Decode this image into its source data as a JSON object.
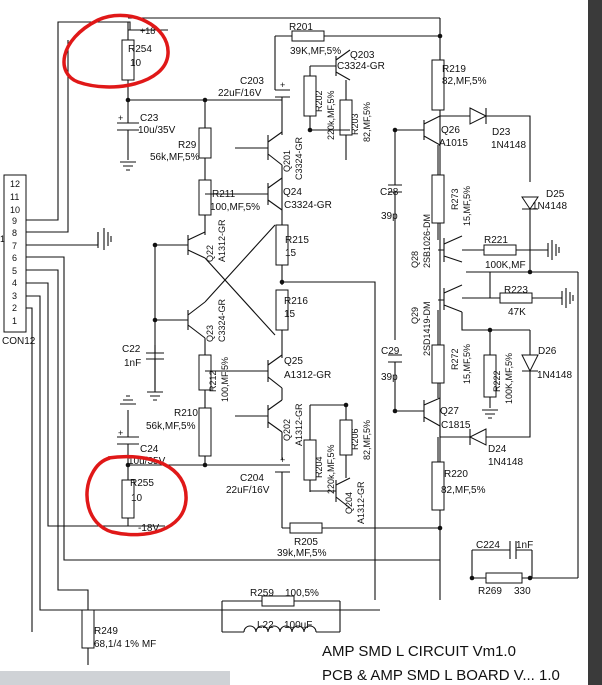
{
  "connector": {
    "name": "CON12",
    "pins": [
      "12",
      "11",
      "10",
      "9",
      "8",
      "7",
      "6",
      "5",
      "4",
      "3",
      "2",
      "1"
    ],
    "side_mark": "1"
  },
  "rails": {
    "pos": "+18",
    "neg": "-18V"
  },
  "components": {
    "R254": {
      "ref": "R254",
      "val": "10"
    },
    "C23": {
      "ref": "C23",
      "val": "10u/35V"
    },
    "R29": {
      "ref": "R29",
      "val": "56k,MF,5%"
    },
    "R211": {
      "ref": "R211",
      "val": "100,MF,5%"
    },
    "Q22": {
      "ref": "Q22",
      "val": "A1312-GR"
    },
    "Q23": {
      "ref": "Q23",
      "val": "C3324-GR"
    },
    "C22": {
      "ref": "C22",
      "val": "1nF"
    },
    "R212": {
      "ref": "R212",
      "val": "100,MF,5%"
    },
    "R210": {
      "ref": "R210",
      "val": "56k,MF,5%"
    },
    "C24": {
      "ref": "C24",
      "val": "10u/35V"
    },
    "R255": {
      "ref": "R255",
      "val": "10"
    },
    "R201": {
      "ref": "R201",
      "val": "39K,MF,5%"
    },
    "C203": {
      "ref": "C203",
      "val": "22uF/16V"
    },
    "Q203": {
      "ref": "Q203",
      "val": "C3324-GR"
    },
    "R202": {
      "ref": "R202",
      "val": "220k,MF,5%"
    },
    "R203": {
      "ref": "R203",
      "val": "82,MF,5%"
    },
    "Q201": {
      "ref": "Q201",
      "val": "C3324-GR"
    },
    "Q24": {
      "ref": "Q24",
      "val": "C3324-GR"
    },
    "R215": {
      "ref": "R215",
      "val": "15"
    },
    "R216": {
      "ref": "R216",
      "val": "15"
    },
    "Q25": {
      "ref": "Q25",
      "val": "A1312-GR"
    },
    "Q202": {
      "ref": "Q202",
      "val": "A1312-GR"
    },
    "C204": {
      "ref": "C204",
      "val": "22uF/16V"
    },
    "R204": {
      "ref": "R204",
      "val": "220k,MF,5%"
    },
    "R206": {
      "ref": "R206",
      "val": "82,MF,5%"
    },
    "Q204": {
      "ref": "Q204",
      "val": "A1312-GR"
    },
    "R205": {
      "ref": "R205",
      "val": "39k,MF,5%"
    },
    "R219": {
      "ref": "R219",
      "val": "82,MF,5%"
    },
    "Q26": {
      "ref": "Q26",
      "val": "A1015"
    },
    "D23": {
      "ref": "D23",
      "val": "1N4148"
    },
    "C28": {
      "ref": "C28",
      "val": "39p"
    },
    "R273": {
      "ref": "R273",
      "val": "15,MF,5%"
    },
    "D25": {
      "ref": "D25",
      "val": "1N4148"
    },
    "Q28": {
      "ref": "Q28",
      "val": "2SB1026-DM"
    },
    "R221": {
      "ref": "R221",
      "val": "100K,MF"
    },
    "R223": {
      "ref": "R223",
      "val": "47K"
    },
    "Q29": {
      "ref": "Q29",
      "val": "2SD1419-DM"
    },
    "C29": {
      "ref": "C29",
      "val": "39p"
    },
    "R272": {
      "ref": "R272",
      "val": "15,MF,5%"
    },
    "R222": {
      "ref": "R222",
      "val": "100K,MF,5%"
    },
    "D26": {
      "ref": "D26",
      "val": "1N4148"
    },
    "Q27": {
      "ref": "Q27",
      "val": "C1815"
    },
    "D24": {
      "ref": "D24",
      "val": "1N4148"
    },
    "R220": {
      "ref": "R220",
      "val": "82,MF,5%"
    },
    "C224": {
      "ref": "C224",
      "val": "1nF"
    },
    "R269": {
      "ref": "R269",
      "val": "330"
    },
    "R259": {
      "ref": "R259",
      "val": "100,5%"
    },
    "L22": {
      "ref": "L22",
      "val": "100uF"
    },
    "R249": {
      "ref": "R249",
      "val": "68,1/4 1% MF"
    }
  },
  "title": {
    "line1": "AMP SMD L CIRCUIT Vm1.0",
    "line2": "PCB & AMP SMD L BOARD V... 1.0"
  },
  "highlight_color": "#e01818"
}
